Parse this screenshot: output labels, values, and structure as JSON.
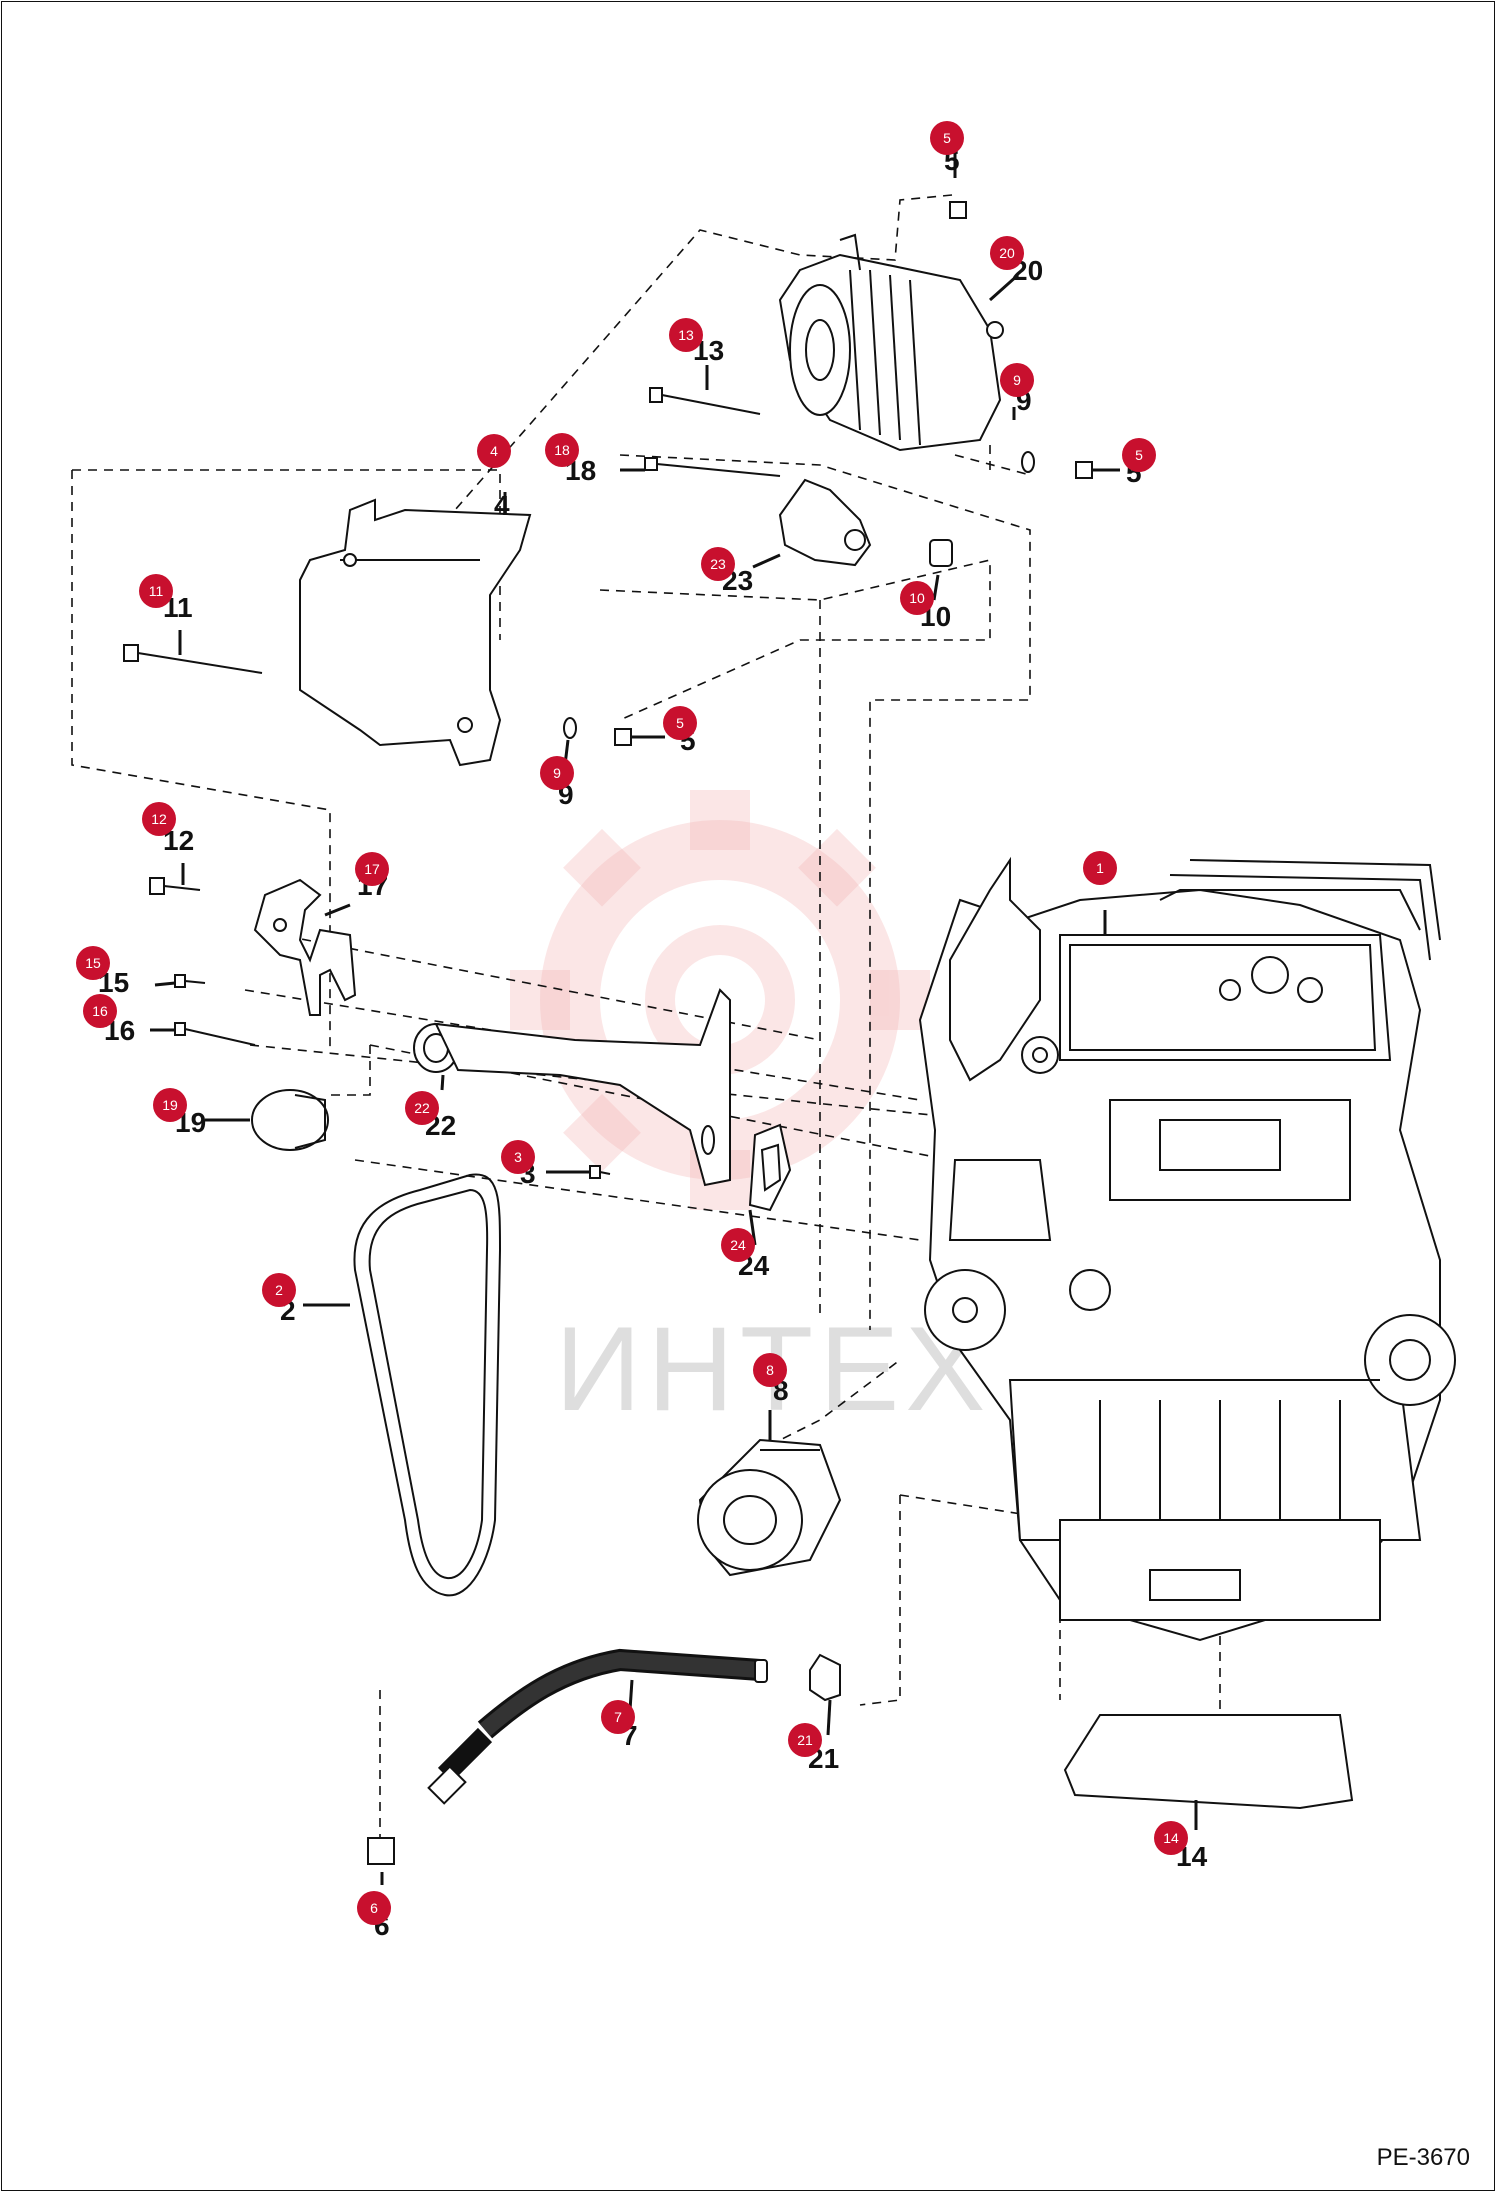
{
  "diagram": {
    "drawing_ref": "PE-3670",
    "watermark": "ИНТЕХ",
    "callouts": [
      {
        "id": "1"
      },
      {
        "id": "2"
      },
      {
        "id": "3"
      },
      {
        "id": "4"
      },
      {
        "id": "5a",
        "label": "5"
      },
      {
        "id": "5b",
        "label": "5"
      },
      {
        "id": "5c",
        "label": "5"
      },
      {
        "id": "6"
      },
      {
        "id": "7"
      },
      {
        "id": "8"
      },
      {
        "id": "9a",
        "label": "9"
      },
      {
        "id": "9b",
        "label": "9"
      },
      {
        "id": "10"
      },
      {
        "id": "11"
      },
      {
        "id": "12"
      },
      {
        "id": "13"
      },
      {
        "id": "14"
      },
      {
        "id": "15"
      },
      {
        "id": "16"
      },
      {
        "id": "17"
      },
      {
        "id": "18"
      },
      {
        "id": "19"
      },
      {
        "id": "20"
      },
      {
        "id": "21"
      },
      {
        "id": "22"
      },
      {
        "id": "23"
      },
      {
        "id": "24"
      }
    ],
    "badge_color": "#c8102e",
    "line_color": "#111111",
    "watermark_color": "#f4b8b8"
  }
}
